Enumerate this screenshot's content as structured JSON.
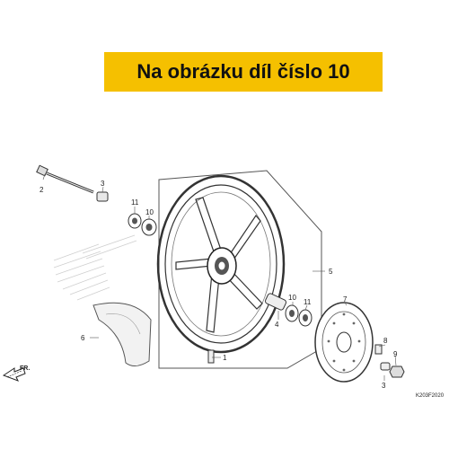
{
  "banner": {
    "text": "Na obrázku díl číslo 10",
    "color": "#f5c000"
  },
  "callouts": {
    "c1": "1",
    "c2": "2",
    "c3a": "3",
    "c3b": "3",
    "c4": "4",
    "c5": "5",
    "c6": "6",
    "c7": "7",
    "c8": "8",
    "c9": "9",
    "c10a": "10",
    "c10b": "10",
    "c11a": "11",
    "c11b": "11"
  },
  "direction": {
    "label": "FR."
  },
  "diagram_code": "K203F2020",
  "icons": {
    "front_arrow": "front-direction-arrow-icon"
  }
}
